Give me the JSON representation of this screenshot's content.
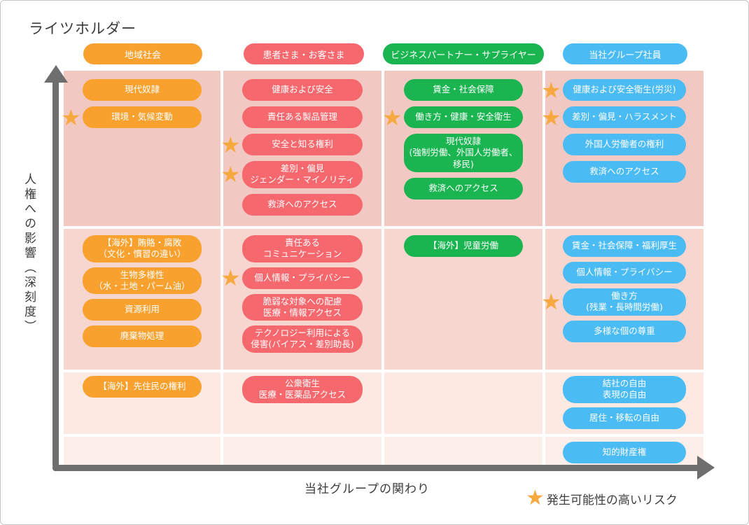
{
  "title": "ライツホルダー",
  "y_axis_label": "人権への影響（深刻度）",
  "x_axis_label": "当社グループの関わり",
  "legend": {
    "star_icon": "★",
    "label": "発生可能性の高いリスク"
  },
  "colors": {
    "axis": "#6E6E6E",
    "star": "#F5A93F",
    "text": "#3C3C3C",
    "row_bands": [
      "#F2C8C3",
      "#F6D6CF",
      "#FBE9E2",
      "#FCEEE8"
    ]
  },
  "columns": [
    {
      "id": "community",
      "header": "地域社会",
      "color": "#F8A12E",
      "rows": [
        [
          {
            "label": "現代奴隷"
          },
          {
            "label": "環境・気候変動",
            "star": true
          }
        ],
        [
          {
            "label": "【海外】賄賂・腐敗\n（文化・慣習の違い）"
          },
          {
            "label": "生物多様性\n（水・土地・パーム油）"
          },
          {
            "label": "資源利用"
          },
          {
            "label": "廃棄物処理"
          }
        ],
        [
          {
            "label": "【海外】先住民の権利"
          }
        ],
        []
      ]
    },
    {
      "id": "customers",
      "header": "患者さま・お客さま",
      "color": "#F5686E",
      "rows": [
        [
          {
            "label": "健康および安全"
          },
          {
            "label": "責任ある製品管理"
          },
          {
            "label": "安全と知る権利",
            "star": true
          },
          {
            "label": "差別・偏見\nジェンダー・マイノリティ",
            "star": true
          },
          {
            "label": "救済へのアクセス"
          }
        ],
        [
          {
            "label": "責任ある\nコミュニケーション"
          },
          {
            "label": "個人情報・プライバシー",
            "star": true
          },
          {
            "label": "脆弱な対象への配慮\n医療・情報アクセス"
          },
          {
            "label": "テクノロジー利用による\n侵害(バイアス・差別助長)"
          }
        ],
        [
          {
            "label": "公衆衛生\n医療・医薬品アクセス"
          }
        ],
        []
      ]
    },
    {
      "id": "partners",
      "header": "ビジネスパートナー・サプライヤー",
      "color": "#1AB450",
      "rows": [
        [
          {
            "label": "賃金・社会保障"
          },
          {
            "label": "働き方・健康・安全衛生",
            "star": true
          },
          {
            "label": "現代奴隷\n(強制労働、外国人労働者、\n移民)"
          },
          {
            "label": "救済へのアクセス"
          }
        ],
        [
          {
            "label": "【海外】児童労働"
          }
        ],
        [],
        []
      ]
    },
    {
      "id": "employees",
      "header": "当社グループ社員",
      "color": "#4BBBF4",
      "rows": [
        [
          {
            "label": "健康および安全衛生(労災)",
            "star": true
          },
          {
            "label": "差別・偏見・ハラスメント",
            "star": true
          },
          {
            "label": "外国人労働者の権利"
          },
          {
            "label": "救済へのアクセス"
          }
        ],
        [
          {
            "label": "賃金・社会保障・福利厚生"
          },
          {
            "label": "個人情報・プライバシー"
          },
          {
            "label": "働き方\n(残業・長時間労働)",
            "star": true
          },
          {
            "label": "多様な個の尊重"
          }
        ],
        [
          {
            "label": "結社の自由\n表現の自由"
          },
          {
            "label": "居住・移転の自由"
          }
        ],
        [
          {
            "label": "知的財産権"
          }
        ]
      ]
    }
  ]
}
